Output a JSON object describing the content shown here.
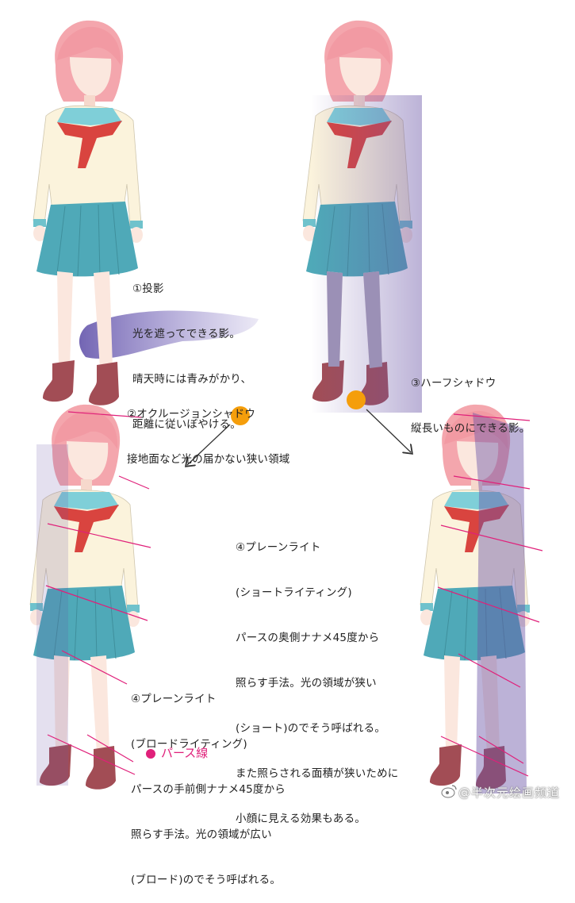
{
  "notes": {
    "cast_shadow": [
      "①投影",
      "光を遮ってできる影。",
      "晴天時には青みがかり、",
      "距離に従いぼやける。"
    ],
    "occlusion_shadow": [
      "②オクルージョンシャドウ",
      "接地面など光の届かない狭い領域"
    ],
    "half_shadow": [
      "③ハーフシャドウ",
      "縦長いものにできる影。"
    ],
    "short_lighting": [
      "④プレーンライト",
      "(ショートライティング)",
      "パースの奥側ナナメ45度から",
      "照らす手法。光の領域が狭い",
      "(ショート)のでそう呼ばれる。",
      "また照らされる面積が狭いために",
      "小顔に見える効果もある。"
    ],
    "broad_lighting": [
      "④プレーンライト",
      "(ブロードライティング)",
      "パースの手前側ナナメ45度から",
      "照らす手法。光の領域が広い",
      "(ブロード)のでそう呼ばれる。"
    ]
  },
  "legend": {
    "label": "パース線",
    "color": "#e0207a"
  },
  "watermark": {
    "text": "@半次元绘画频道"
  },
  "colors": {
    "hair": "#f4a6ad",
    "skin": "#fbe7de",
    "sweater": "#fbf3dc",
    "collar": "#7fcfd8",
    "scarf": "#d9443f",
    "skirt": "#4fa9b8",
    "boots": "#a24d55",
    "shadow": "#6a55a6",
    "light_source": "#f59e0b",
    "perspective_line": "#e0207a"
  }
}
